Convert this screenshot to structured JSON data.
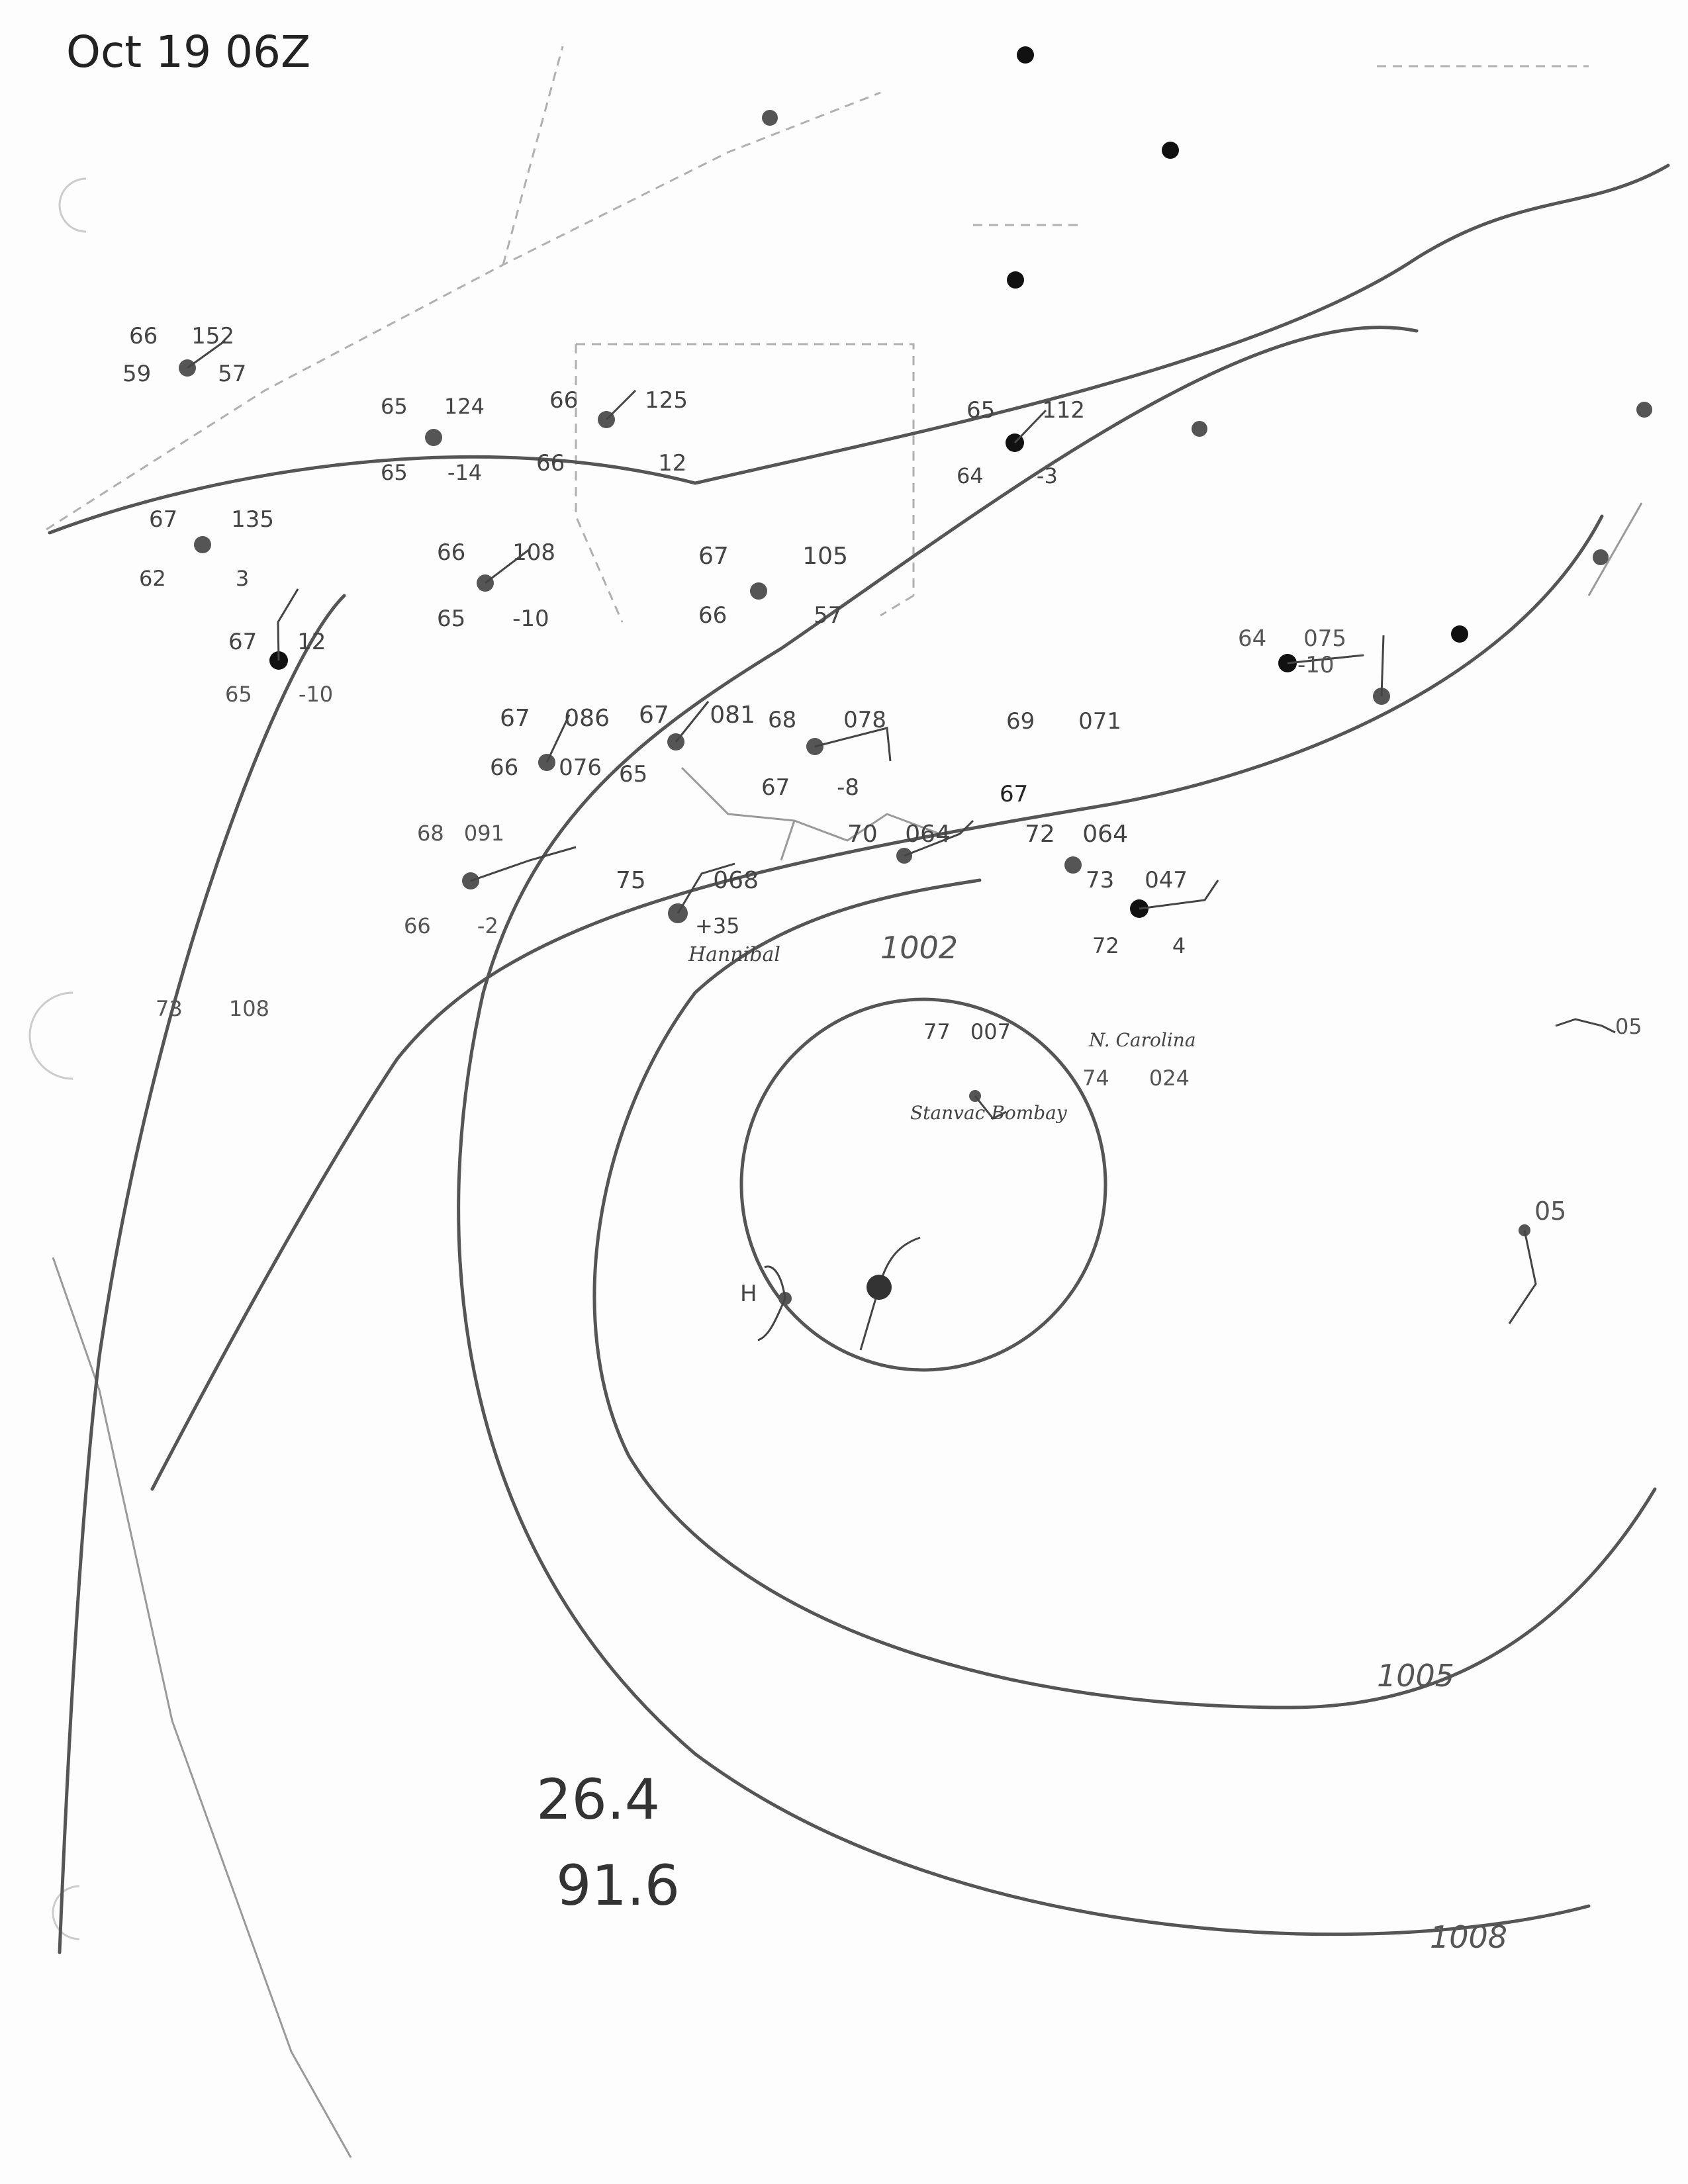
{
  "header": {
    "title": "Oct 19 06Z"
  },
  "isobars": [
    {
      "label": "1002"
    },
    {
      "label": "1005"
    },
    {
      "label": "1008"
    }
  ],
  "center": {
    "lat": "26.4",
    "lon": "91.6"
  },
  "stations": [
    {
      "t": "66",
      "p": "152",
      "d": "59",
      "pt": "57"
    },
    {
      "t": "65",
      "p": "124",
      "d": "65",
      "pt": "-14"
    },
    {
      "t": "66",
      "p": "125",
      "d": "66",
      "pt": "12"
    },
    {
      "t": "67",
      "p": "135",
      "d": "62",
      "pt": "3"
    },
    {
      "t": "66",
      "p": "108",
      "d": "65",
      "pt": "-10"
    },
    {
      "t": "67",
      "p": "12",
      "d": "65",
      "pt": "-10"
    },
    {
      "t": "67",
      "p": "105",
      "d": "66",
      "pt": "57"
    },
    {
      "t": "65",
      "p": "112",
      "d": "64",
      "pt": "-3"
    },
    {
      "t": "67",
      "p": "086",
      "d": "66",
      "pt": "076"
    },
    {
      "t": "67",
      "p": "081",
      "d": "65",
      "pt": ""
    },
    {
      "t": "68",
      "p": "078",
      "d": "67",
      "pt": "-8"
    },
    {
      "t": "69",
      "p": "071",
      "d": "67",
      "pt": ""
    },
    {
      "t": "64",
      "p": "075",
      "d": "",
      "pt": "-10"
    },
    {
      "t": "70",
      "p": "064",
      "d": "",
      "pt": ""
    },
    {
      "t": "72",
      "p": "064",
      "d": "",
      "pt": ""
    },
    {
      "t": "73",
      "p": "047",
      "d": "72",
      "pt": "4"
    },
    {
      "t": "75",
      "p": "068",
      "d": "",
      "pt": "+35"
    },
    {
      "t": "68",
      "p": "091",
      "d": "66",
      "pt": "-2"
    },
    {
      "t": "73",
      "p": "108",
      "d": "",
      "pt": ""
    },
    {
      "t": "77",
      "p": "007",
      "d": "",
      "pt": ""
    },
    {
      "t": "74",
      "p": "024",
      "d": "",
      "pt": ""
    }
  ],
  "labels": {
    "ship_1": "Hannibal",
    "ship_2": "Stanvac Bombay",
    "ship_3": "N. Carolina",
    "high_marker": "H",
    "east_1": "05",
    "east_2": "05"
  }
}
